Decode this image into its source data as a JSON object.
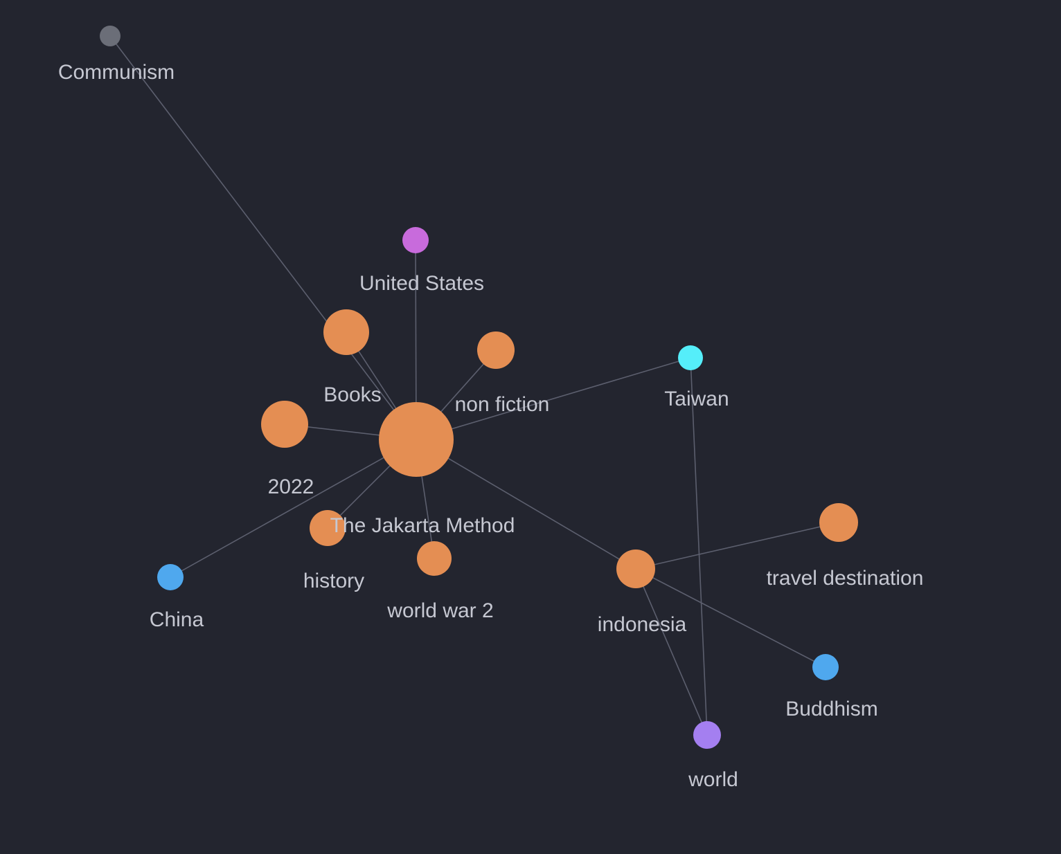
{
  "colors": {
    "background": "#23252f",
    "edge": "#5c5f6e",
    "label": "#c6c8d2"
  },
  "graph": {
    "nodes": [
      {
        "id": "communism",
        "label": "Communism",
        "color": "#6b6e78"
      },
      {
        "id": "united-states",
        "label": "United States",
        "color": "#c86bdc"
      },
      {
        "id": "books",
        "label": "Books",
        "color": "#e48e53"
      },
      {
        "id": "non-fiction",
        "label": "non fiction",
        "color": "#e48e53"
      },
      {
        "id": "taiwan",
        "label": "Taiwan",
        "color": "#55eefa"
      },
      {
        "id": "2022",
        "label": "2022",
        "color": "#e48e53"
      },
      {
        "id": "the-jakarta-method",
        "label": "The Jakarta Method",
        "color": "#e48e53"
      },
      {
        "id": "history",
        "label": "history",
        "color": "#e48e53"
      },
      {
        "id": "world-war-2",
        "label": "world war 2",
        "color": "#e48e53"
      },
      {
        "id": "china",
        "label": "China",
        "color": "#4fa8ee"
      },
      {
        "id": "indonesia",
        "label": "indonesia",
        "color": "#e48e53"
      },
      {
        "id": "travel-destination",
        "label": "travel destination",
        "color": "#e48e53"
      },
      {
        "id": "buddhism",
        "label": "Buddhism",
        "color": "#4fa8ee"
      },
      {
        "id": "world",
        "label": "world",
        "color": "#a47ff0"
      }
    ],
    "edges": [
      {
        "from": "communism",
        "to": "the-jakarta-method"
      },
      {
        "from": "books",
        "to": "the-jakarta-method"
      },
      {
        "from": "united-states",
        "to": "the-jakarta-method"
      },
      {
        "from": "non-fiction",
        "to": "the-jakarta-method"
      },
      {
        "from": "taiwan",
        "to": "the-jakarta-method"
      },
      {
        "from": "2022",
        "to": "the-jakarta-method"
      },
      {
        "from": "history",
        "to": "the-jakarta-method"
      },
      {
        "from": "world-war-2",
        "to": "the-jakarta-method"
      },
      {
        "from": "china",
        "to": "the-jakarta-method"
      },
      {
        "from": "indonesia",
        "to": "the-jakarta-method"
      },
      {
        "from": "indonesia",
        "to": "travel-destination"
      },
      {
        "from": "indonesia",
        "to": "buddhism"
      },
      {
        "from": "indonesia",
        "to": "world"
      },
      {
        "from": "taiwan",
        "to": "world"
      }
    ]
  }
}
